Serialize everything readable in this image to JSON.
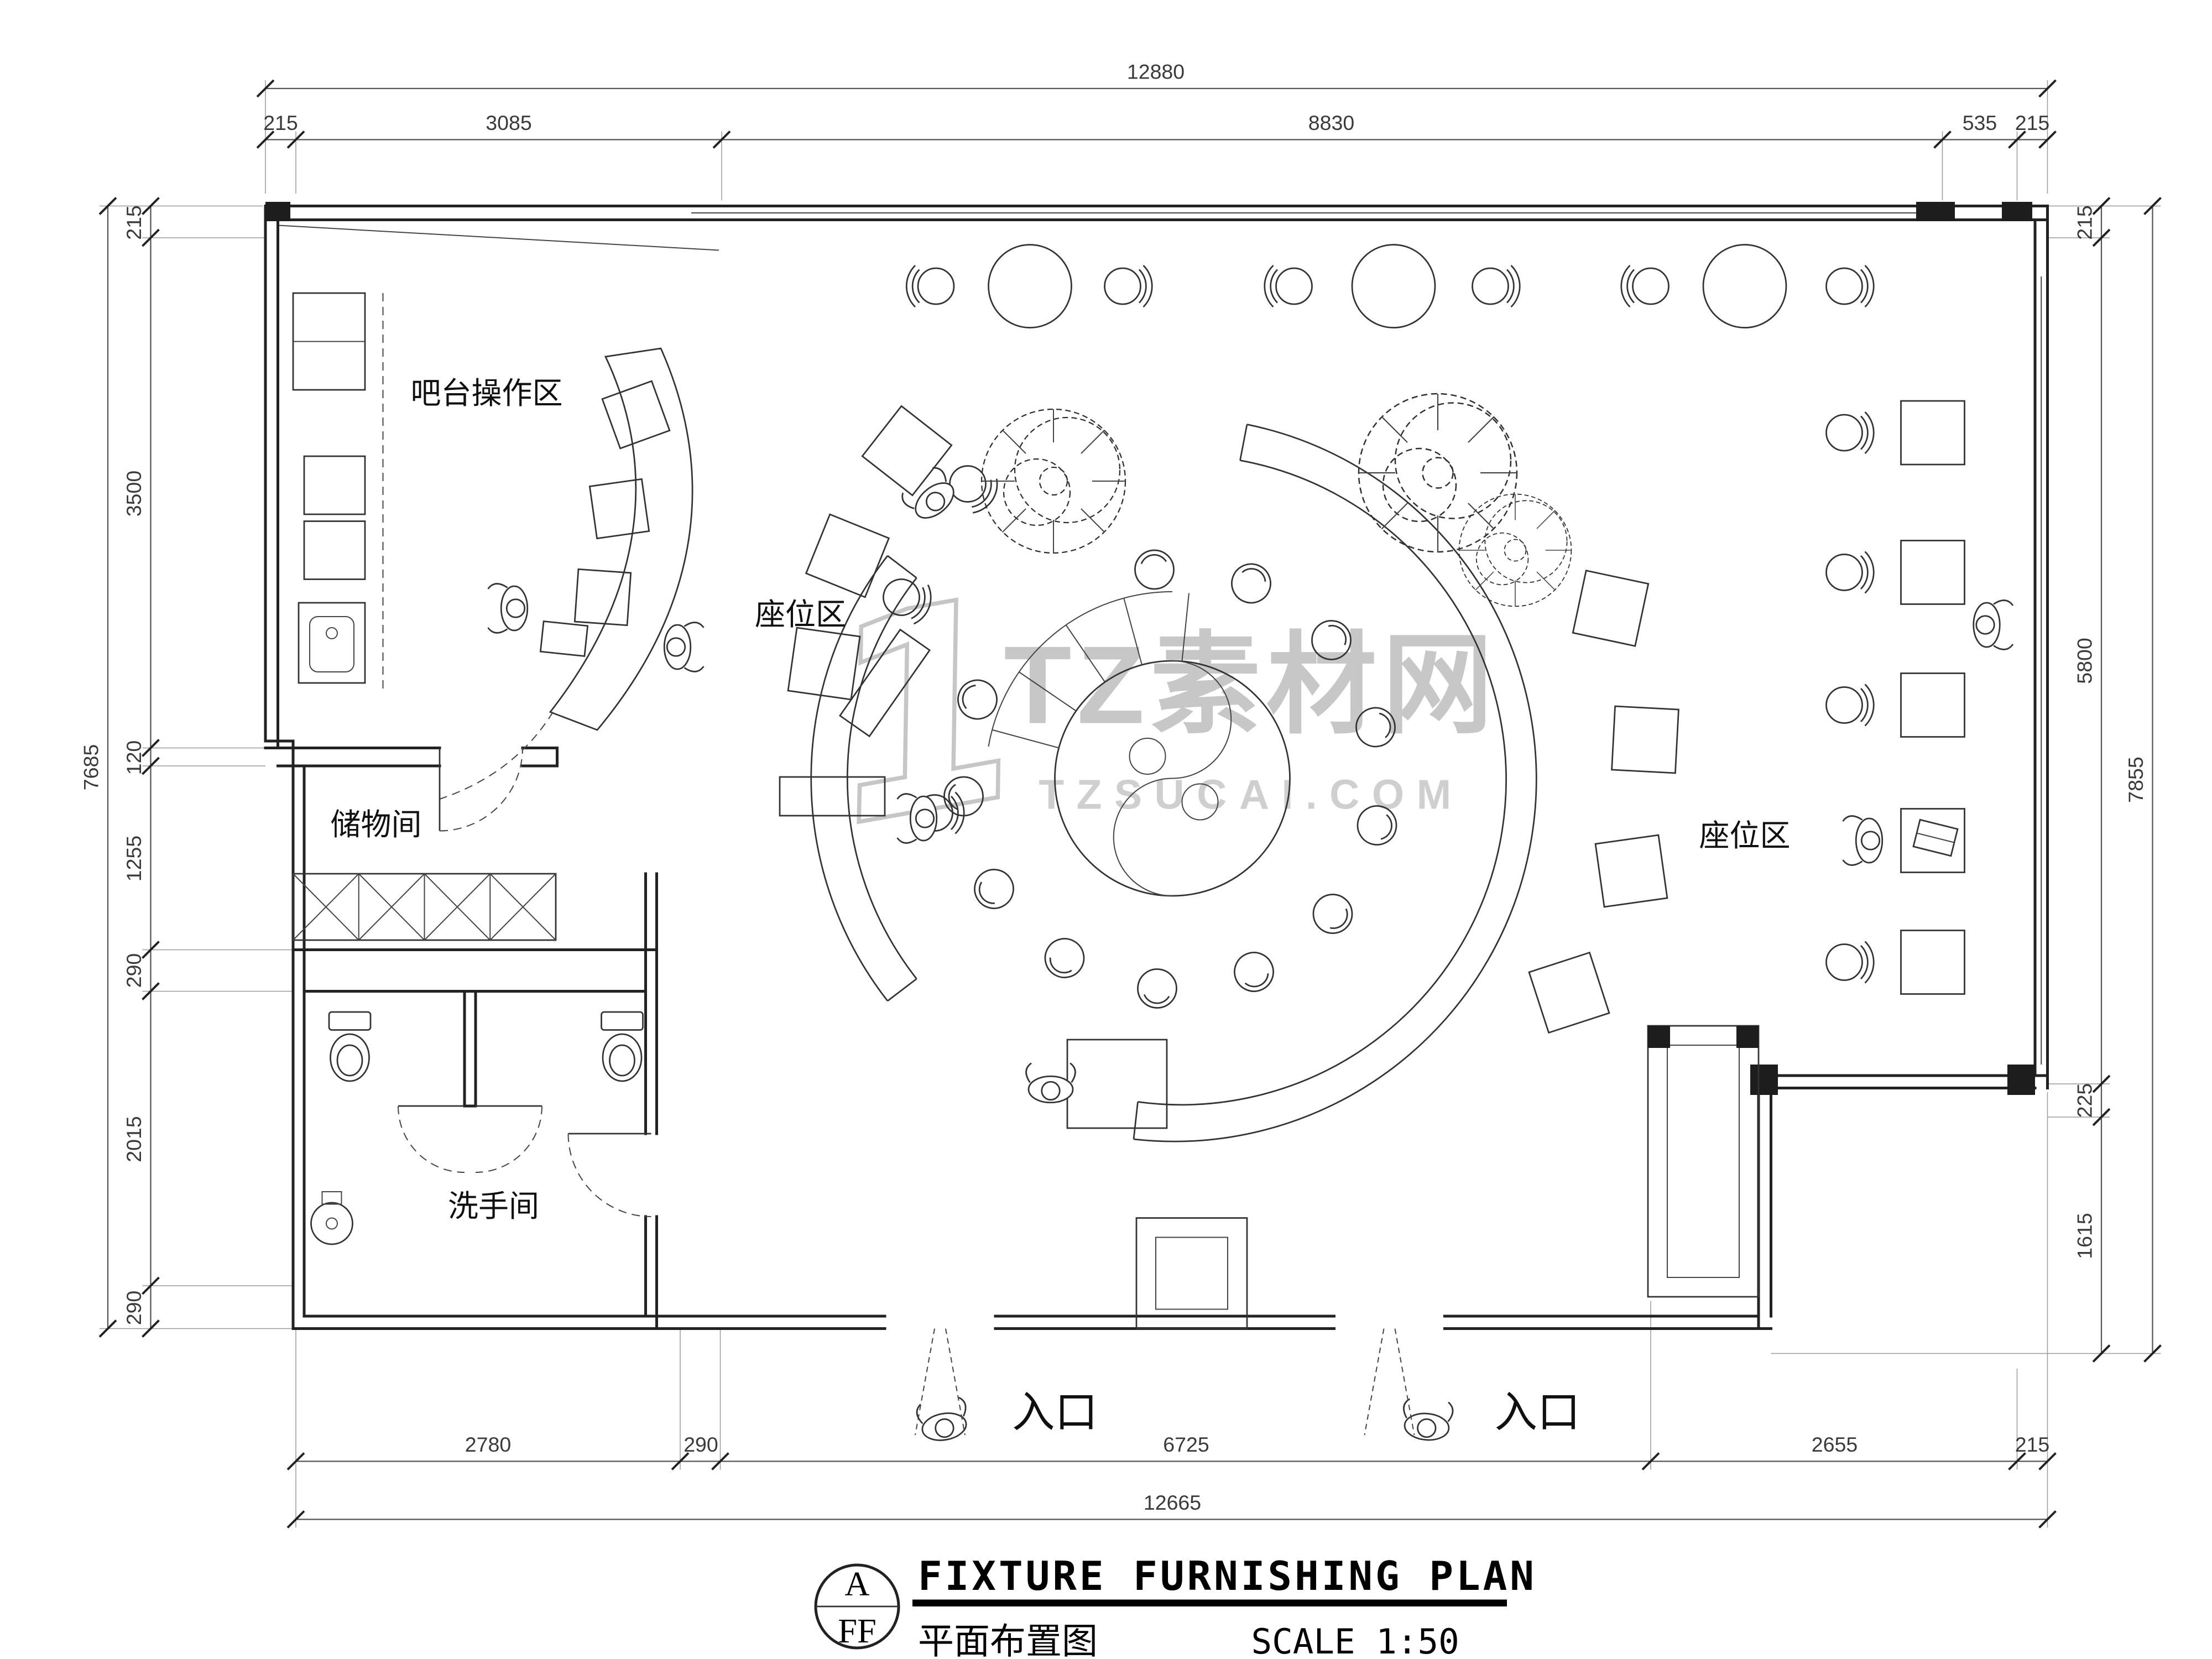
{
  "rooms": {
    "bar": "吧台操作区",
    "seating_left": "座位区",
    "seating_right": "座位区",
    "storage": "储物间",
    "washroom": "洗手间",
    "entrance_left": "入口",
    "entrance_right": "入口"
  },
  "watermark": {
    "numeral": "1",
    "brand": "TZ素材网",
    "site": "TZSUCAI.COM"
  },
  "dimensions": {
    "top_total": "12880",
    "top": [
      "215",
      "3085",
      "8830",
      "535",
      "215"
    ],
    "left_total": "7685",
    "left": [
      "215",
      "3500",
      "120",
      "1255",
      "290",
      "2015",
      "290"
    ],
    "right": [
      "215",
      "5800",
      "225",
      "1615"
    ],
    "right_total": "7855",
    "bottom": [
      "2780",
      "290",
      "6725",
      "2655",
      "215"
    ],
    "bottom_total": "12665"
  },
  "title_block": {
    "ref_top": "A",
    "ref_bottom": "FF",
    "title_en": "FIXTURE FURNISHING PLAN",
    "title_cn": "平面布置图",
    "scale": "SCALE 1:50"
  }
}
